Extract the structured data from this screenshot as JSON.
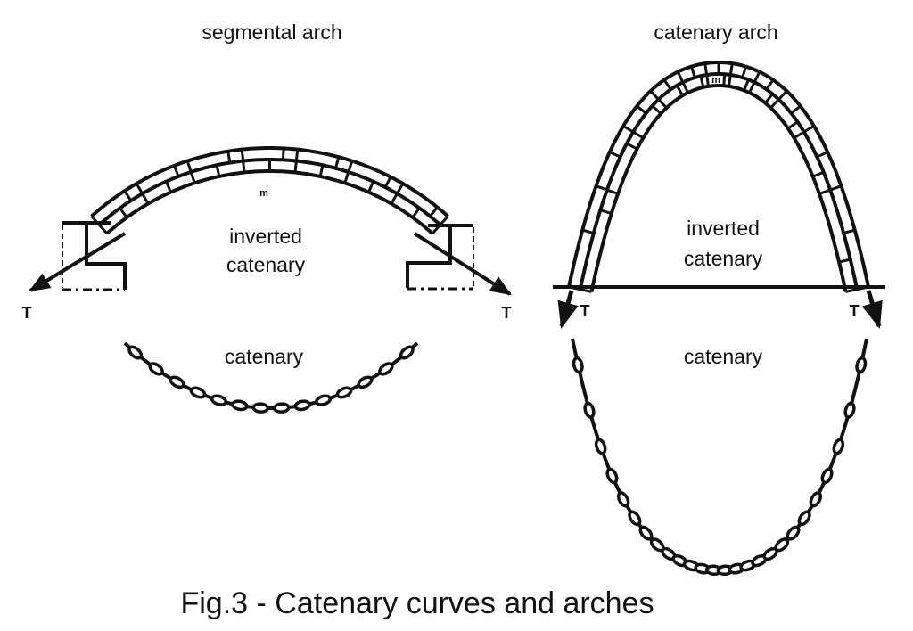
{
  "figure": {
    "caption": "Fig.3 - Catenary curves and arches",
    "ink_color": "#111111",
    "background": "#ffffff"
  },
  "left_panel": {
    "title": "segmental arch",
    "arch_label_line1": "inverted",
    "arch_label_line2": "catenary",
    "chain_label": "catenary",
    "thrust_symbol": "T",
    "keystone_glyph": "m"
  },
  "right_panel": {
    "title": "catenary arch",
    "arch_label_line1": "inverted",
    "arch_label_line2": "catenary",
    "chain_label": "catenary",
    "thrust_symbol": "T",
    "keystone_glyph": "m"
  }
}
